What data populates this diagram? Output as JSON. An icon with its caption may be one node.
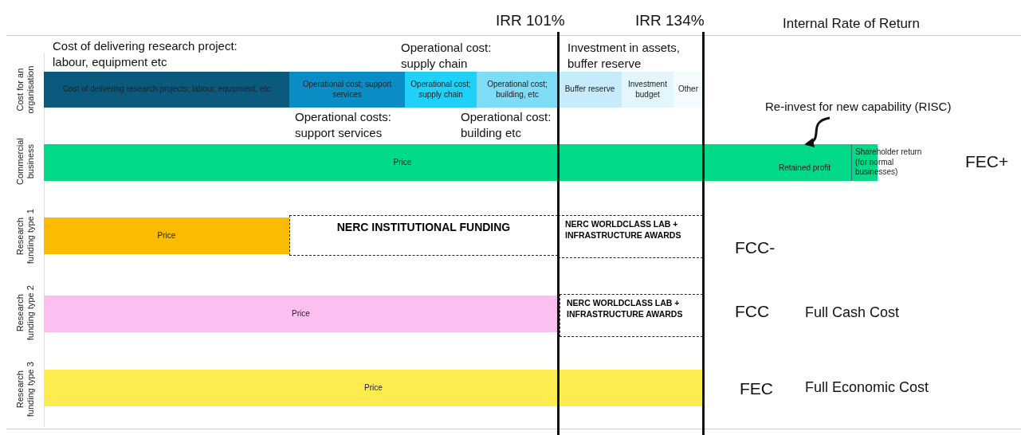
{
  "diagram": {
    "nodes": [
      {
        "text": [
          "Cost of delivering research projects; labour, equipment, etc"
        ]
      },
      {
        "text": [
          "Operational cost; support services"
        ]
      },
      {
        "text": [
          "Operational cost; supply chain"
        ]
      },
      {
        "text": [
          "Operational cost; building, etc"
        ]
      },
      {
        "text": [
          "Buffer reserve"
        ]
      },
      {
        "text": [
          "Investment budget"
        ]
      },
      {
        "text": [
          "Other"
        ]
      },
      {
        "text": [
          "Re-invest for new capability (RISC)"
        ]
      },
      {
        "text": [
          "Price"
        ]
      },
      {
        "text": [
          "Retained profit"
        ]
      },
      {
        "text": [
          "Shareholder return (for normal businesses)"
        ]
      },
      {
        "text": [
          "Price"
        ]
      },
      {
        "text": [
          "NERC INSTITUTIONAL FUNDING"
        ]
      },
      {
        "text": [
          "NERC WORLDCLASS LAB + INFRASTRUCTURE AWARDS"
        ]
      },
      {
        "text": [
          "Price"
        ]
      },
      {
        "text": [
          "NERC WORLDCLASS LAB + INFRASTRUCTURE AWARDS"
        ]
      },
      {
        "text": [
          "Price"
        ]
      }
    ],
    "edges": [
      {
        "from": 7,
        "to": 9,
        "arrow": "to"
      }
    ],
    "labels": [
      "IRR 101%",
      "IRR 134%",
      "Internal Rate of Return",
      "Cost of delivering research project: labour, equipment etc",
      "Operational cost: supply chain",
      "Investment in assets, buffer reserve",
      "Cost for an organisation",
      "Operational costs: support services",
      "Operational cost: building etc",
      "Commercial business",
      "FEC+",
      "Research funding type 1",
      "FCC-",
      "Research funding type 2",
      "FCC",
      "Full Cash Cost",
      "Research funding type 3",
      "FEC",
      "Full Economic Cost"
    ]
  }
}
